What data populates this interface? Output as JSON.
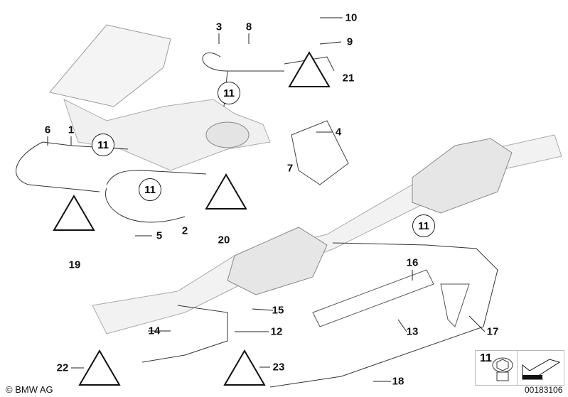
{
  "callouts": [
    "1",
    "2",
    "3",
    "4",
    "5",
    "6",
    "7",
    "8",
    "9",
    "10",
    "11",
    "12",
    "13",
    "14",
    "15",
    "16",
    "17",
    "18",
    "19",
    "20",
    "21",
    "22",
    "23"
  ],
  "circled_callout": "11",
  "legend": {
    "number": "11",
    "icon": "plug-screw-icon",
    "arrow_icon": "arrow-icon"
  },
  "drawing_code": "00183106",
  "copyright": "© BMW AG"
}
